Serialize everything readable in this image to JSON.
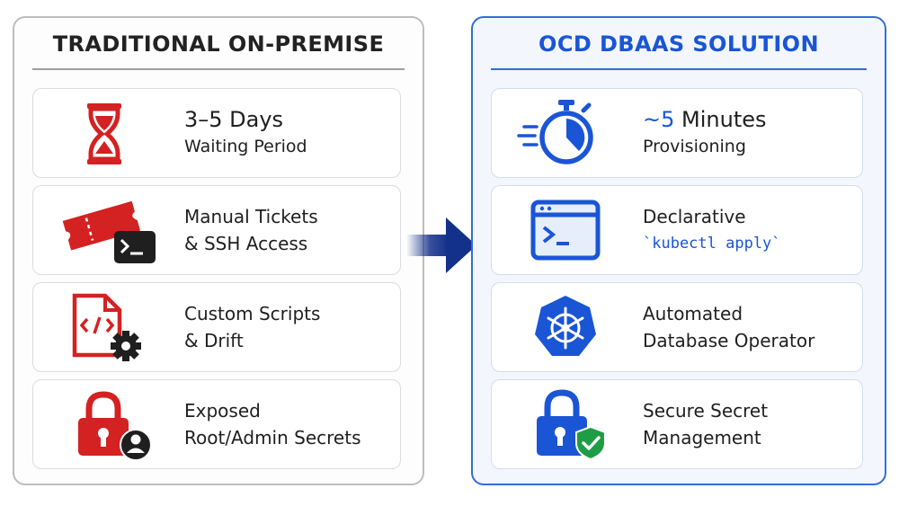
{
  "left_panel": {
    "title": "TRADITIONAL ON-PREMISE",
    "cards": [
      {
        "line1": "3–5 Days",
        "line2": "Waiting Period",
        "icon": "hourglass-icon"
      },
      {
        "line1": "Manual Tickets",
        "line2": "& SSH Access",
        "icon": "ticket-terminal-icon"
      },
      {
        "line1": "Custom Scripts",
        "line2": "& Drift",
        "icon": "script-gear-icon"
      },
      {
        "line1": "Exposed",
        "line2": "Root/Admin Secrets",
        "icon": "lock-user-icon"
      }
    ]
  },
  "right_panel": {
    "title": "OCD DBAAS SOLUTION",
    "cards": [
      {
        "line1_prefix": "~5",
        "line1_rest": " Minutes",
        "line2": "Provisioning",
        "icon": "stopwatch-icon"
      },
      {
        "line1": "Declarative",
        "line2": "`kubectl apply`",
        "icon": "terminal-window-icon"
      },
      {
        "line1": "Automated",
        "line2": "Database Operator",
        "icon": "kubernetes-helm-icon"
      },
      {
        "line1": "Secure Secret",
        "line2": "Management",
        "icon": "lock-shield-icon"
      }
    ]
  },
  "colors": {
    "red": "#d42121",
    "blue": "#1a55d6",
    "navy": "#13308a",
    "green": "#1f9d46"
  }
}
